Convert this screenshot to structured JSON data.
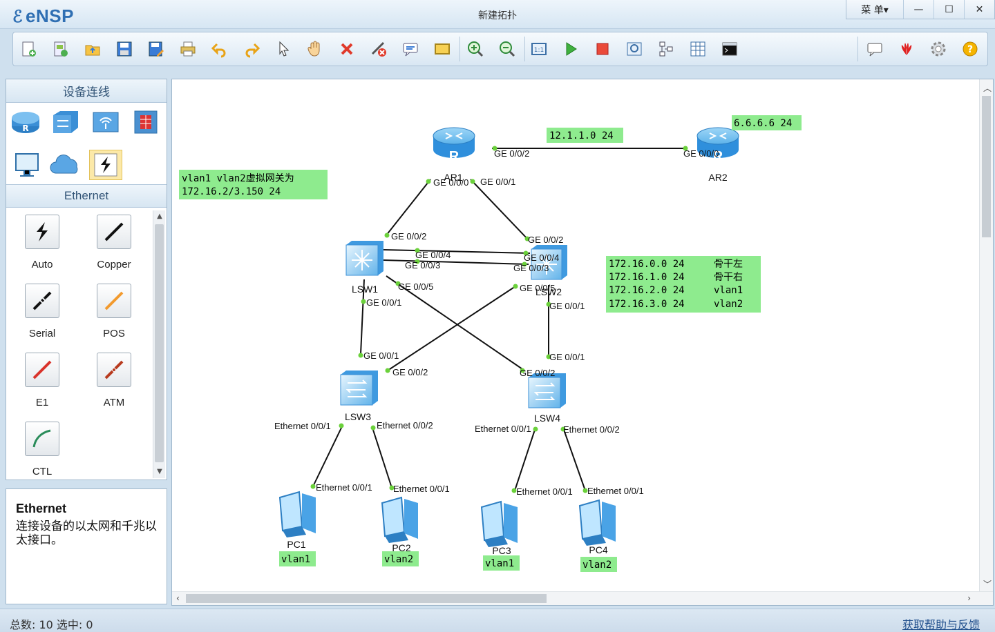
{
  "app": {
    "logo": "eNSP",
    "title": "新建拓扑"
  },
  "window": {
    "menu_label": "菜 单▾",
    "minimize": "—",
    "maximize": "☐",
    "close": "✕"
  },
  "toolbar": {
    "buttons": [
      "new-topology-icon",
      "new-example-icon",
      "open-icon",
      "save-icon",
      "save-as-icon",
      "print-icon",
      "undo-icon",
      "redo-icon",
      "select-icon",
      "pan-hand-icon",
      "delete-icon",
      "delete-all-connections-icon",
      "text-note-icon",
      "rectangle-icon",
      "zoom-in-icon",
      "zoom-out-icon",
      "fit-view-icon",
      "start-devices-icon",
      "stop-devices-icon",
      "capture-icon",
      "topology-icon",
      "grid-icon",
      "cli-icon",
      "chat-icon",
      "huawei-icon",
      "settings-icon",
      "help-icon"
    ]
  },
  "device_panel": {
    "title": "设备连线",
    "devices": [
      "router-icon",
      "switch-icon",
      "wlan-icon",
      "firewall-icon",
      "pc-terminal-icon",
      "cloud-icon",
      "connection-icon"
    ],
    "connection_title": "Ethernet",
    "cables": [
      {
        "label": "Auto",
        "color": "#111111"
      },
      {
        "label": "Copper",
        "color": "#111111"
      },
      {
        "label": "Serial",
        "color": "#111111"
      },
      {
        "label": "POS",
        "color": "#f29a2e"
      },
      {
        "label": "E1",
        "color": "#d9332b"
      },
      {
        "label": "ATM",
        "color": "#b83b1f"
      },
      {
        "label": "CTL",
        "color": "#2a8c5a"
      }
    ]
  },
  "description": {
    "title": "Ethernet",
    "text": "连接设备的以太网和千兆以太接口。"
  },
  "topology": {
    "devices": {
      "AR1": "AR1",
      "AR2": "AR2",
      "LSW1": "LSW1",
      "LSW2": "LSW2",
      "LSW3": "LSW3",
      "LSW4": "LSW4",
      "PC1": "PC1",
      "PC2": "PC2",
      "PC3": "PC3",
      "PC4": "PC4"
    },
    "notes": {
      "link_ar": "12.1.1.0 24",
      "ar2_loop": "6.6.6.6 24",
      "gateway_line1": "vlan1 vlan2虚拟网关为",
      "gateway_line2": "172.16.2/3.150 24",
      "subnets": [
        {
          "net": "172.16.0.0 24",
          "desc": "骨干左"
        },
        {
          "net": "172.16.1.0 24",
          "desc": "骨干右"
        },
        {
          "net": "172.16.2.0 24",
          "desc": "vlan1"
        },
        {
          "net": "172.16.3.0 24",
          "desc": "vlan2"
        }
      ],
      "pc1_vlan": "vlan1",
      "pc2_vlan": "vlan2",
      "pc3_vlan": "vlan1",
      "pc4_vlan": "vlan2"
    },
    "ports": {
      "ar1_g002": "GE 0/0/2",
      "ar2_g000": "GE 0/0/0",
      "ar1_g000": "GE 0/0/0",
      "ar1_g001": "GE 0/0/1",
      "lsw1_g002": "GE 0/0/2",
      "lsw1_g004": "GE 0/0/4",
      "lsw1_g003": "GE 0/0/3",
      "lsw1_g005": "GE 0/0/5",
      "lsw1_g001": "GE 0/0/1",
      "lsw2_g002": "GE 0/0/2",
      "lsw2_g004": "GE 0/0/4",
      "lsw2_g003": "GE 0/0/3",
      "lsw2_g005": "GE 0/0/5",
      "lsw2_g001": "GE 0/0/1",
      "lsw3_g001": "GE 0/0/1",
      "lsw3_g002": "GE 0/0/2",
      "lsw4_g001": "GE 0/0/1",
      "lsw4_g002": "GE 0/0/2",
      "lsw3_e1": "Ethernet 0/0/1",
      "lsw3_e2": "Ethernet 0/0/2",
      "lsw4_e1": "Ethernet 0/0/1",
      "lsw4_e2": "Ethernet 0/0/2",
      "pc1_e": "Ethernet 0/0/1",
      "pc2_e": "Ethernet 0/0/1",
      "pc3_e": "Ethernet 0/0/1",
      "pc4_e": "Ethernet 0/0/1"
    }
  },
  "status": {
    "left": "总数: 10 选中: 0",
    "help": "获取帮助与反馈"
  }
}
